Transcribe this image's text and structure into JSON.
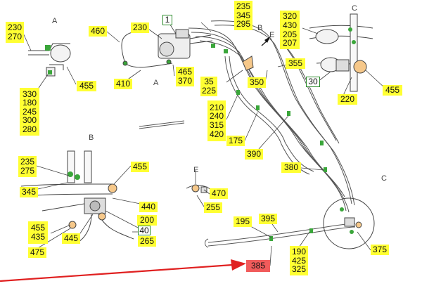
{
  "section_letters": {
    "a_top": "A",
    "a_mid": "A",
    "b_top": "B",
    "b_left": "B",
    "c_top": "C",
    "c_right": "C",
    "e_top": "E",
    "e_left": "E"
  },
  "callouts": [
    {
      "id": "c230_270",
      "lines": [
        "230",
        "270"
      ],
      "style": "yellow"
    },
    {
      "id": "c460",
      "lines": [
        "460"
      ],
      "style": "yellow"
    },
    {
      "id": "c230",
      "lines": [
        "230"
      ],
      "style": "yellow"
    },
    {
      "id": "c1",
      "lines": [
        "1"
      ],
      "style": "white"
    },
    {
      "id": "c235_345_295",
      "lines": [
        "235",
        "345",
        "295"
      ],
      "style": "yellow"
    },
    {
      "id": "c320_stack",
      "lines": [
        "320",
        "430",
        "205",
        "207"
      ],
      "style": "yellow"
    },
    {
      "id": "c455_a",
      "lines": [
        "455"
      ],
      "style": "yellow"
    },
    {
      "id": "c330_stack",
      "lines": [
        "330",
        "180",
        "245",
        "300",
        "280"
      ],
      "style": "yellow"
    },
    {
      "id": "c410",
      "lines": [
        "410"
      ],
      "style": "yellow"
    },
    {
      "id": "c465_370",
      "lines": [
        "465",
        "370"
      ],
      "style": "yellow"
    },
    {
      "id": "c35_225",
      "lines": [
        "35",
        "225"
      ],
      "style": "yellow"
    },
    {
      "id": "c350",
      "lines": [
        "350"
      ],
      "style": "yellow"
    },
    {
      "id": "c355",
      "lines": [
        "355"
      ],
      "style": "yellow"
    },
    {
      "id": "c30",
      "lines": [
        "30"
      ],
      "style": "white"
    },
    {
      "id": "c220",
      "lines": [
        "220"
      ],
      "style": "yellow"
    },
    {
      "id": "c455_c",
      "lines": [
        "455"
      ],
      "style": "yellow"
    },
    {
      "id": "c210_stack",
      "lines": [
        "210",
        "240",
        "315",
        "420"
      ],
      "style": "yellow"
    },
    {
      "id": "c175",
      "lines": [
        "175"
      ],
      "style": "yellow"
    },
    {
      "id": "c390",
      "lines": [
        "390"
      ],
      "style": "yellow"
    },
    {
      "id": "c380",
      "lines": [
        "380"
      ],
      "style": "yellow"
    },
    {
      "id": "c235_275",
      "lines": [
        "235",
        "275"
      ],
      "style": "yellow"
    },
    {
      "id": "c455_b",
      "lines": [
        "455"
      ],
      "style": "yellow"
    },
    {
      "id": "c345",
      "lines": [
        "345"
      ],
      "style": "yellow"
    },
    {
      "id": "c470",
      "lines": [
        "470"
      ],
      "style": "yellow"
    },
    {
      "id": "c255",
      "lines": [
        "255"
      ],
      "style": "yellow"
    },
    {
      "id": "c440",
      "lines": [
        "440"
      ],
      "style": "yellow"
    },
    {
      "id": "c200",
      "lines": [
        "200"
      ],
      "style": "yellow"
    },
    {
      "id": "c40",
      "lines": [
        "40"
      ],
      "style": "white"
    },
    {
      "id": "c265",
      "lines": [
        "265"
      ],
      "style": "yellow"
    },
    {
      "id": "c455_435",
      "lines": [
        "455",
        "435"
      ],
      "style": "yellow"
    },
    {
      "id": "c475",
      "lines": [
        "475"
      ],
      "style": "yellow"
    },
    {
      "id": "c445",
      "lines": [
        "445"
      ],
      "style": "yellow"
    },
    {
      "id": "c195",
      "lines": [
        "195"
      ],
      "style": "yellow"
    },
    {
      "id": "c395",
      "lines": [
        "395"
      ],
      "style": "yellow"
    },
    {
      "id": "c190_stack",
      "lines": [
        "190",
        "425",
        "325"
      ],
      "style": "yellow"
    },
    {
      "id": "c375",
      "lines": [
        "375"
      ],
      "style": "yellow"
    },
    {
      "id": "c385",
      "lines": [
        "385"
      ],
      "style": "red"
    }
  ],
  "colors": {
    "callout_fill": "#ffff33",
    "highlight_fill": "#f15b5b",
    "arrow": "#e02020",
    "clip_green": "#3aa63a",
    "line": "#444444"
  }
}
